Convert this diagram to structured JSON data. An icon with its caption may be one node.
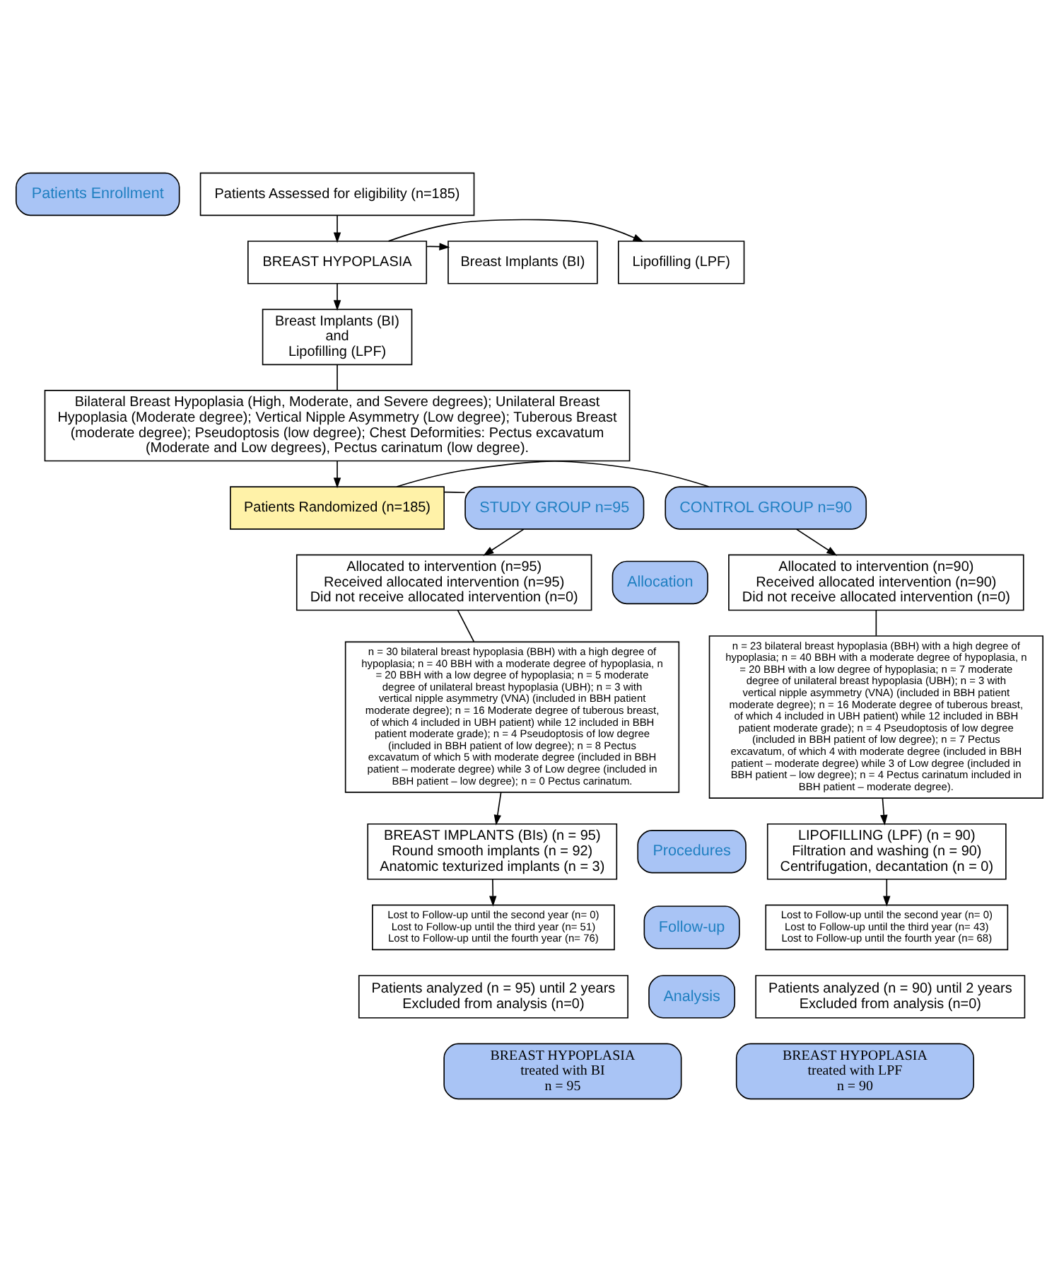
{
  "diagram": {
    "nodes": [
      {
        "text": [
          "Patients Enrollment"
        ]
      },
      {
        "text": [
          "Patients Assessed for eligibility (n=185)"
        ]
      },
      {
        "text": [
          "BREAST HYPOPLASIA"
        ]
      },
      {
        "text": [
          "Breast Implants (BI)"
        ]
      },
      {
        "text": [
          "Lipofilling (LPF)"
        ]
      },
      {
        "text": [
          "Breast Implants (BI)",
          "and",
          "Lipofilling (LPF)"
        ]
      },
      {
        "text": [
          "Bilateral Breast Hypoplasia (High, Moderate, and Severe degrees); Unilateral Breast Hypoplasia (Moderate degree); Vertical Nipple Asymmetry (Low degree); Tuberous Breast (moderate degree); Pseudoptosis (low degree); Chest Deformities: Pectus excavatum (Moderate and Low degrees), Pectus carinatum (low degree)."
        ]
      },
      {
        "text": [
          "STUDY GROUP n=95"
        ]
      },
      {
        "text": [
          "Patients Randomized (n=185)"
        ]
      },
      {
        "text": [
          "CONTROL GROUP n=90"
        ]
      },
      {
        "text": [
          "Allocated to intervention (n=95)",
          "Received allocated intervention (n=95)",
          "Did not receive allocated intervention (n=0)"
        ]
      },
      {
        "text": [
          "Allocation"
        ]
      },
      {
        "text": [
          "Allocated to intervention (n=90)",
          "Received allocated intervention (n=90)",
          "Did not receive allocated intervention (n=0)"
        ]
      },
      {
        "text": [
          "n = 30 bilateral breast hypoplasia (BBH) with a high degree of hypoplasia; n = 40 BBH with a moderate degree of hypoplasia, n = 20 BBH with a low degree of hypoplasia; n = 5 moderate degree of unilateral breast hypoplasia (UBH); n = 3 with vertical nipple asymmetry (VNA) (included in BBH patient moderate degree); n = 16 Moderate degree of tuberous breast, of which 4 included in UBH patient) while 12 included in BBH patient moderate grade); n = 4 Pseudoptosis of low degree (included in BBH patient of low degree); n = 8 Pectus excavatum of which 5 with moderate degree (included in BBH patient – moderate degree) while 3 of Low degree (included in BBH patient – low degree); n = 0 Pectus carinatum."
        ]
      },
      {
        "text": [
          "n = 23 bilateral breast hypoplasia (BBH) with a high degree of hypoplasia; n = 40 BBH with a moderate degree of hypoplasia, n = 20 BBH with a low degree of hypoplasia; n = 7 moderate degree of unilateral breast hypoplasia (UBH); n = 3 with vertical nipple asymmetry (VNA) (included in BBH patient moderate degree); n = 16 Moderate degree of tuberous breast, of which 4 included in UBH patient) while 12 included in BBH patient moderate grade); n = 4 Pseudoptosis of low degree (included in BBH patient of low degree); n = 7 Pectus excavatum, of which 4 with moderate degree (included in BBH patient – moderate degree) while 3 of Low degree (included in BBH patient – low degree); n = 4 Pectus carinatum included in BBH patient – moderate degree)."
        ]
      },
      {
        "text": [
          "BREAST IMPLANTS (BIs) (n = 95)",
          "Round smooth implants (n = 92)",
          "Anatomic texturized implants (n = 3)"
        ]
      },
      {
        "text": [
          "Procedures"
        ]
      },
      {
        "text": [
          "LIPOFILLING (LPF) (n = 90)",
          "Filtration and washing (n = 90)",
          "Centrifugation, decantation (n = 0)"
        ]
      },
      {
        "text": [
          "Lost to Follow-up until the second year (n= 0)",
          "Lost to Follow-up until the third year (n= 51)",
          "Lost to Follow-up until the fourth year (n= 76)"
        ]
      },
      {
        "text": [
          "Follow-up"
        ]
      },
      {
        "text": [
          "Lost to Follow-up until the second year (n= 0)",
          "Lost to Follow-up until the third year (n= 43)",
          "Lost to Follow-up until the fourth year (n= 68)"
        ]
      },
      {
        "text": [
          "Patients analyzed (n = 95) until 2 years",
          "Excluded from analysis (n=0)"
        ]
      },
      {
        "text": [
          "Analysis"
        ]
      },
      {
        "text": [
          "Patients analyzed (n = 90) until 2 years",
          "Excluded from analysis (n=0)"
        ]
      },
      {
        "text": [
          "BREAST HYPOPLASIA",
          "treated with BI",
          "n = 95"
        ]
      },
      {
        "text": [
          "BREAST HYPOPLASIA",
          "treated with LPF",
          "n = 90"
        ]
      }
    ],
    "edges": [
      {
        "from": 1,
        "to": 2,
        "arrow": "to"
      },
      {
        "from": 2,
        "to": 3,
        "arrow": "to"
      },
      {
        "from": 2,
        "to": 4,
        "arrow": "to"
      },
      {
        "from": 2,
        "to": 5,
        "arrow": "to"
      },
      {
        "from": 5,
        "to": 6,
        "arrow": "none"
      },
      {
        "from": 6,
        "to": 8,
        "arrow": "to"
      },
      {
        "from": 8,
        "to": 7,
        "arrow": "none"
      },
      {
        "from": 8,
        "to": 9,
        "arrow": "none"
      },
      {
        "from": 7,
        "to": 10,
        "arrow": "to"
      },
      {
        "from": 9,
        "to": 12,
        "arrow": "to"
      },
      {
        "from": 10,
        "to": 13,
        "arrow": "none"
      },
      {
        "from": 12,
        "to": 14,
        "arrow": "none"
      },
      {
        "from": 13,
        "to": 15,
        "arrow": "to"
      },
      {
        "from": 14,
        "to": 17,
        "arrow": "to"
      },
      {
        "from": 15,
        "to": 18,
        "arrow": "to"
      },
      {
        "from": 17,
        "to": 20,
        "arrow": "to"
      }
    ]
  }
}
